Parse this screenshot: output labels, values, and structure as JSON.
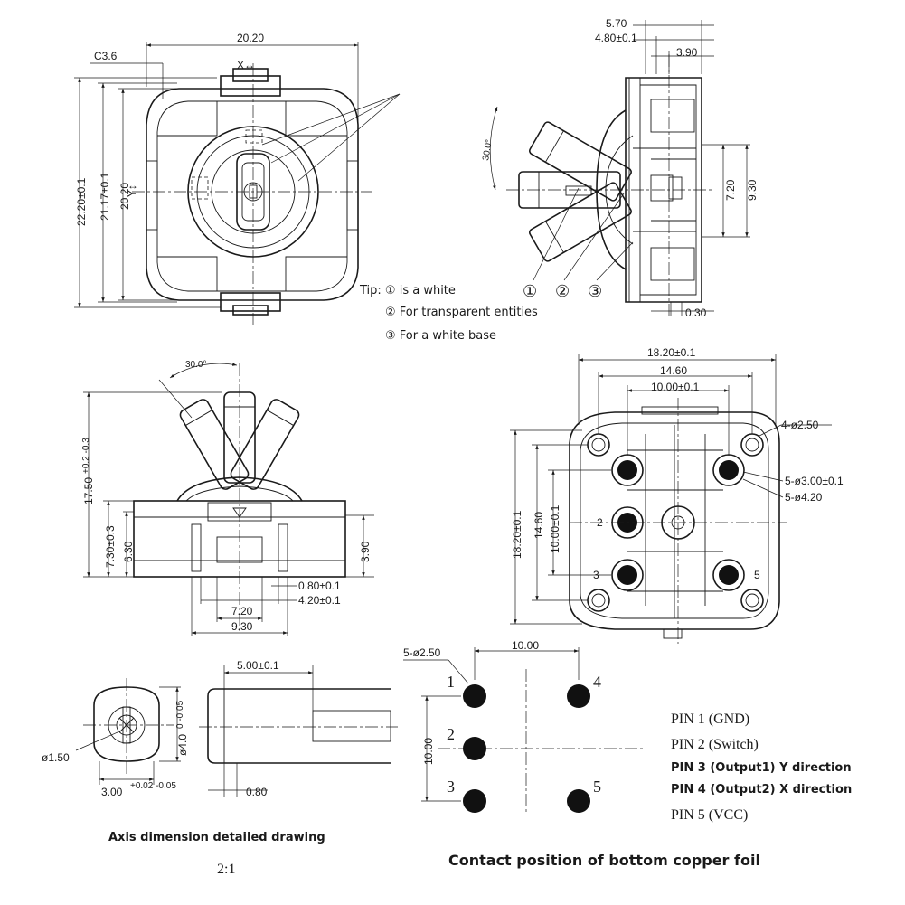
{
  "top_view": {
    "width_label": "20.20",
    "chamfer_label": "C3.6",
    "x_axis_label": "X↔",
    "y_axis_label": "Y↕",
    "height_outer_label": "22.20±0.1",
    "height_mid_label": "21.17±0.1",
    "height_inner_label": "20.20"
  },
  "side_view": {
    "dim_570": "5.70",
    "dim_480": "4.80±0.1",
    "dim_390": "3.90",
    "angle_label": "30.0°",
    "dim_720": "7.20",
    "dim_930": "9.30",
    "dim_030": "0.30",
    "callout_1": "①",
    "callout_2": "②",
    "callout_3": "③"
  },
  "tip": {
    "line1": "Tip: ① is a white",
    "line2": "② For transparent entities",
    "line3": "③ For a white base"
  },
  "front_view": {
    "angle_label": "30.0°",
    "height_total": "17.50",
    "height_total_tol": "+0.2 -0.3",
    "height_730": "7.30±0.3",
    "height_630": "6.30",
    "height_390": "3.90",
    "dim_080": "0.80±0.1",
    "dim_420": "4.20±0.1",
    "dim_720": "7.20",
    "dim_930": "9.30"
  },
  "bottom_view": {
    "width_outer": "18.20±0.1",
    "width_mid": "14.60",
    "width_inner": "10.00±0.1",
    "holes_250": "4-ø2.50",
    "holes_300": "5-ø3.00±0.1",
    "holes_420": "5-ø4.20",
    "height_outer": "18.20±0.1",
    "height_mid": "14.60",
    "height_inner": "10.00±0.1",
    "pin_2": "2",
    "pin_3": "3",
    "pin_5": "5"
  },
  "axis_detail": {
    "dim_500": "5.00±0.1",
    "dia_150": "ø1.50",
    "dia_40": "ø4.0",
    "dia_40_tol": "0 -0.05",
    "dim_300": "3.00",
    "dim_300_tol": "+0.02 -0.05",
    "dim_080": "0.80",
    "caption": "Axis dimension detailed drawing",
    "scale": "2:1"
  },
  "copper_foil": {
    "pad_label": "5-ø2.50",
    "spacing_h": "10.00",
    "spacing_v": "10.00",
    "pad_numbers": [
      "1",
      "2",
      "3",
      "4",
      "5"
    ],
    "pins": [
      "PIN 1  (GND)",
      "PIN 2  (Switch)",
      "PIN 3 (Output1) Y direction",
      "PIN 4 (Output2) X direction",
      "PIN 5  (VCC)"
    ],
    "caption": "Contact position of bottom copper foil"
  }
}
